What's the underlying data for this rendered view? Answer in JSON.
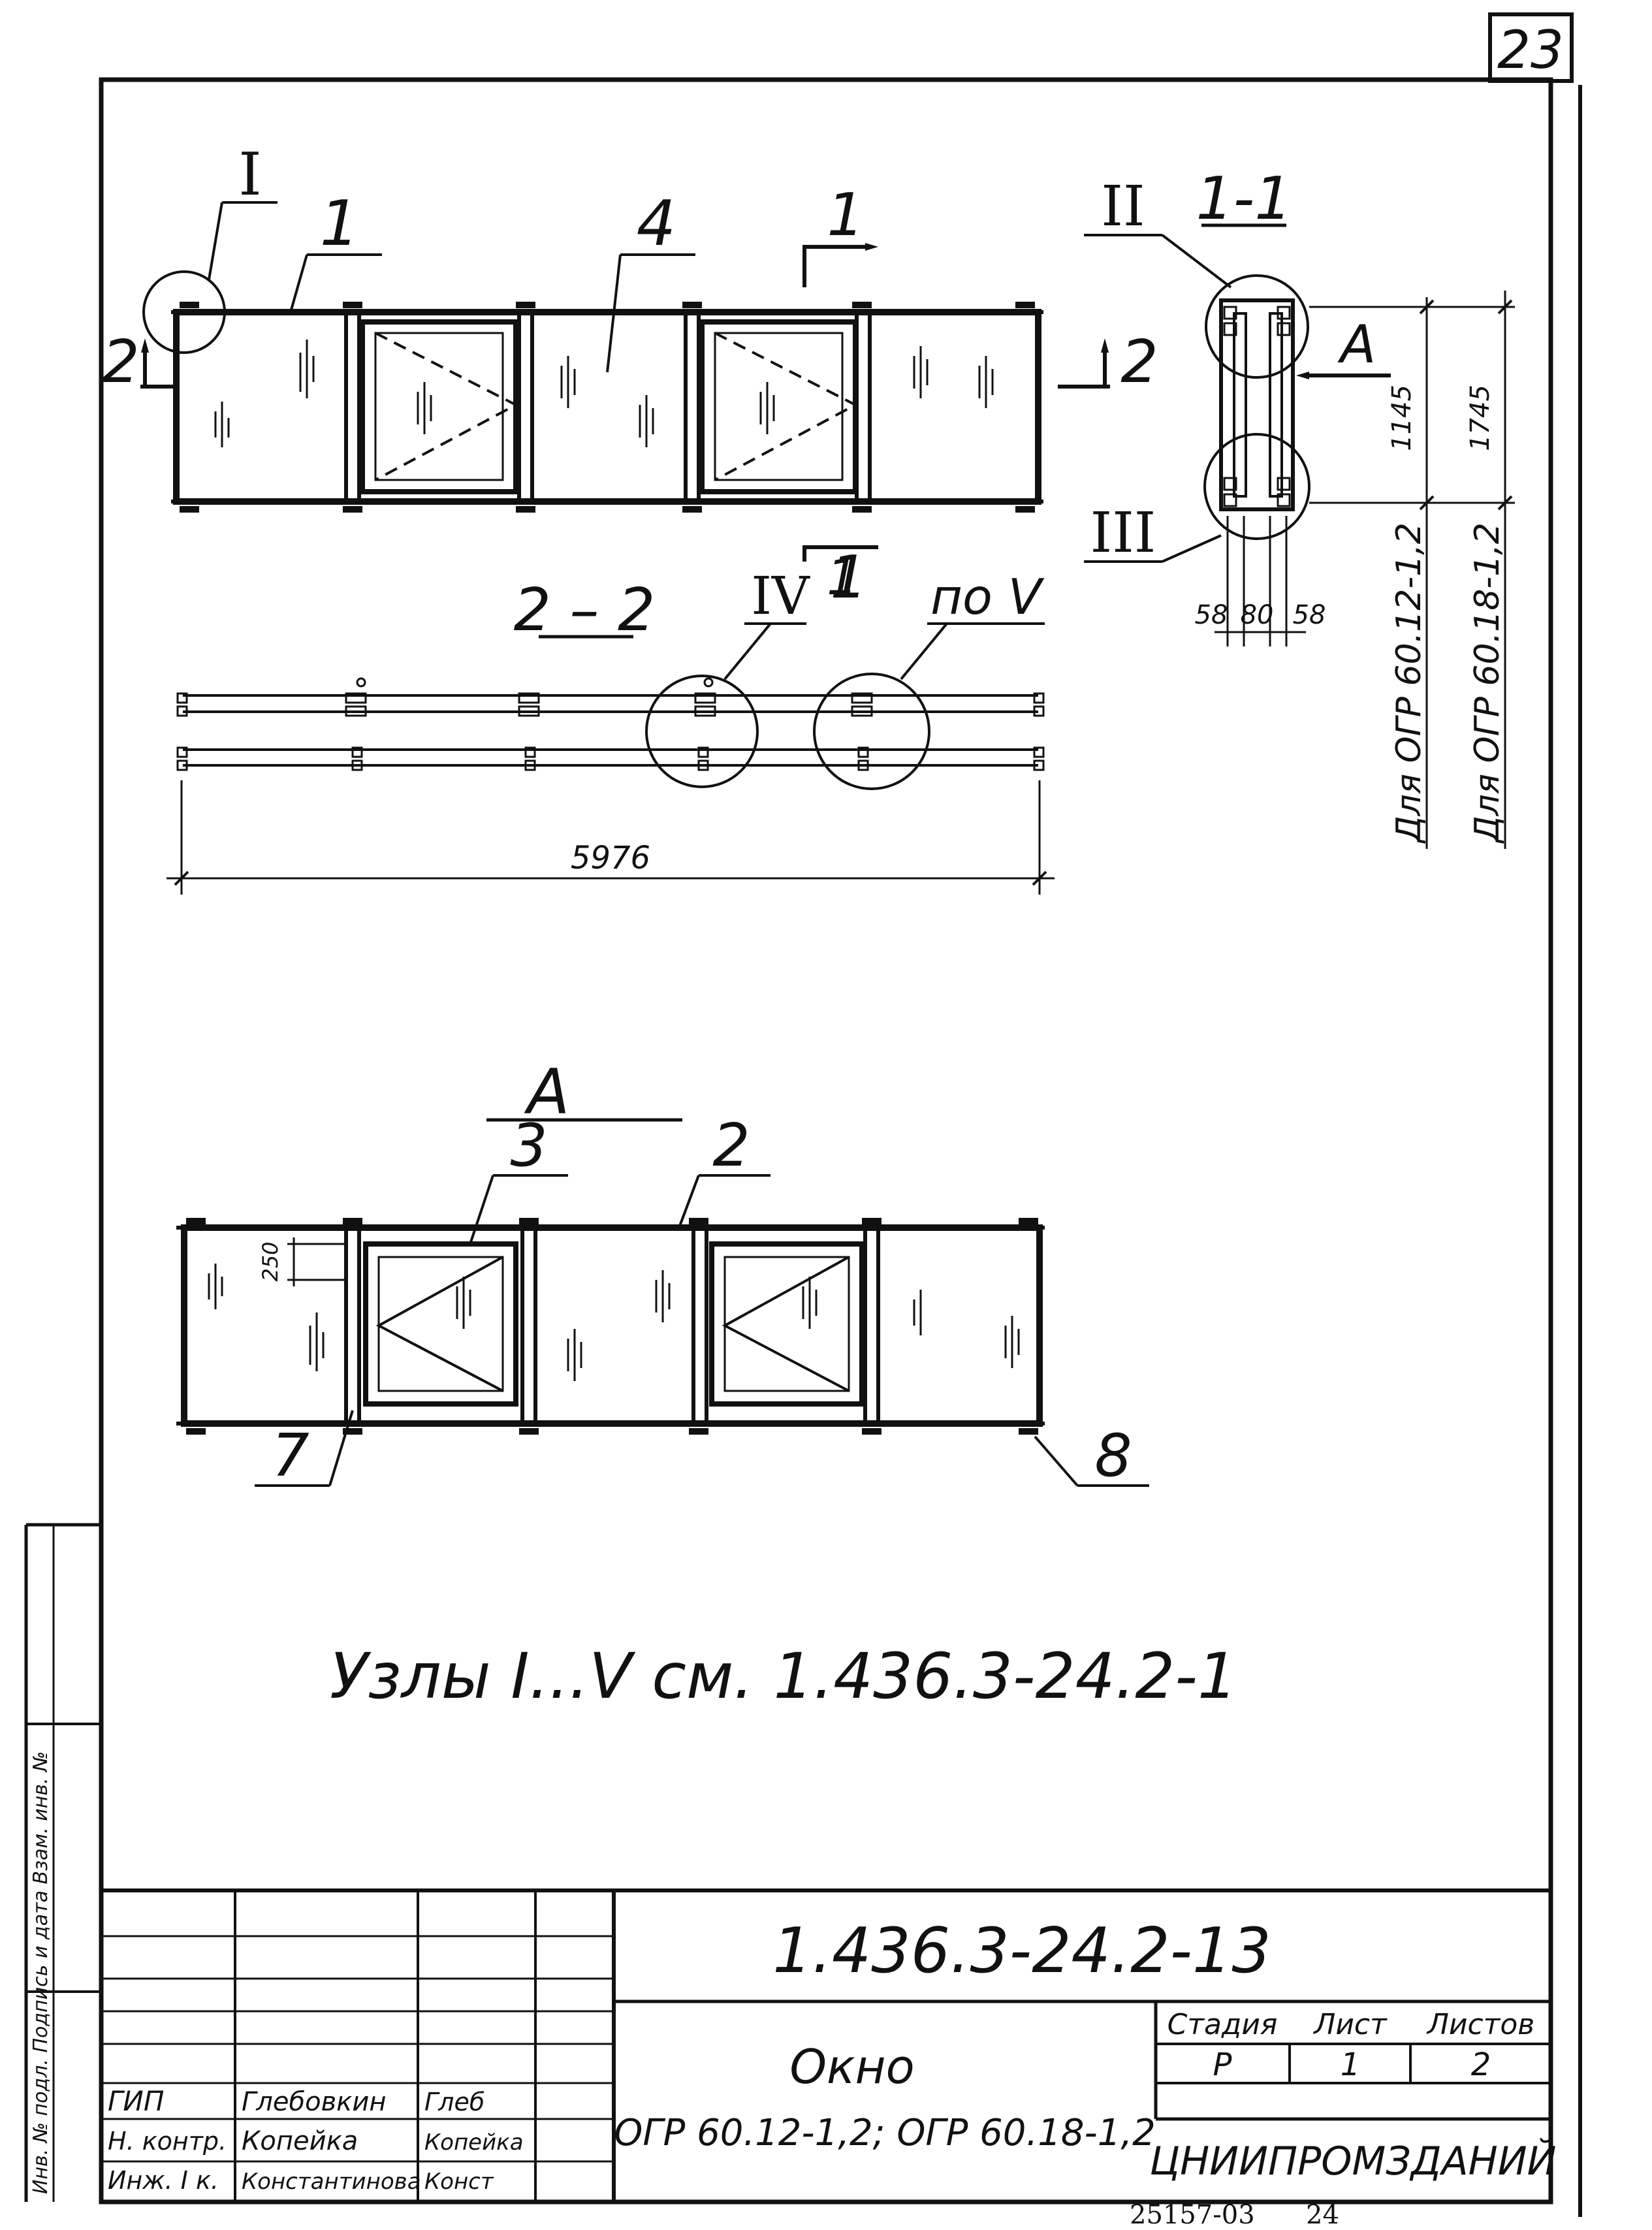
{
  "sheet": {
    "page_number": "23",
    "bottom_code": "25157-03",
    "bottom_page": "24"
  },
  "plan": {
    "leader_I": "I",
    "leader_1": "1",
    "leader_4": "4",
    "cut_1_top": "1",
    "cut_1_bottom": "1",
    "cut_2_left": "2",
    "cut_2_right": "2"
  },
  "section_1_1": {
    "title": "1-1",
    "node_II": "II",
    "node_III": "III",
    "view_A": "A",
    "dim_1145": "1145",
    "dim_1745": "1745",
    "dim_58_left": "58",
    "dim_80": "80",
    "dim_58_right": "58",
    "note_1": "Для ОГР 60.12-1,2",
    "note_2": "Для ОГР 60.18-1,2"
  },
  "section_2_2": {
    "title": "2 – 2",
    "node_IV": "IV",
    "leader_1": "1",
    "node_V": "по V",
    "dim_total": "5976"
  },
  "view_a": {
    "title": "A",
    "leader_3": "3",
    "leader_2": "2",
    "leader_7": "7",
    "leader_8": "8",
    "dim_250": "250"
  },
  "note": "Узлы I...V см. 1.436.3-24.2-1",
  "side_strip": "Инв. № подл.   Подпись и дата   Взам. инв. №",
  "title_block": {
    "doc_code": "1.436.3-24.2-13",
    "name_line1": "Окно",
    "name_line2": "ОГР 60.12-1,2; ОГР 60.18-1,2",
    "stage_label": "Стадия",
    "sheet_label": "Лист",
    "sheets_label": "Листов",
    "stage": "Р",
    "sheet": "1",
    "sheets": "2",
    "organization": "ЦНИИПРОМЗДАНИЙ",
    "roles": [
      "ГИП",
      "Н. контр.",
      "Инж. I к."
    ],
    "names": [
      "Глебовкин",
      "Копейка",
      "Константинова"
    ],
    "signatures": [
      "Глеб",
      "Копейка",
      "Конст"
    ]
  }
}
